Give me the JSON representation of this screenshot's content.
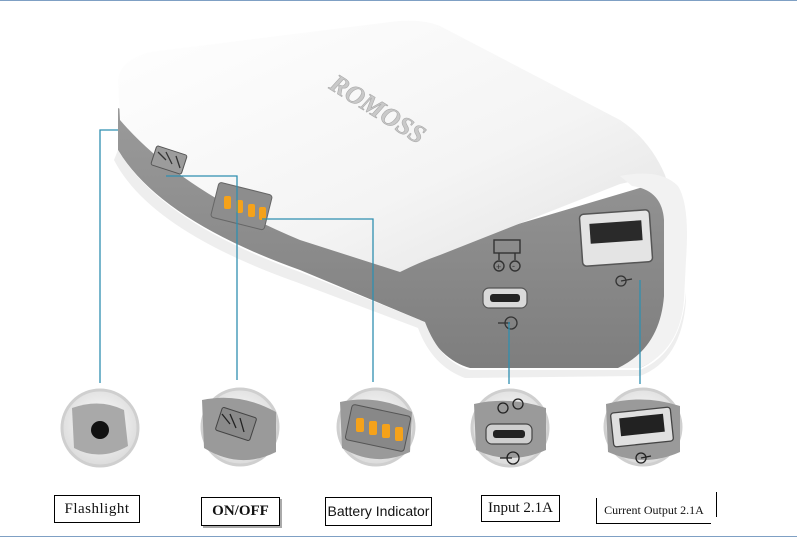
{
  "brand": "ROMOSS",
  "labels": {
    "flashlight": "Flashlight",
    "on_off": "ON/OFF",
    "battery_indicator": "Battery Indicator",
    "input": "Input 2.1A",
    "current_output": "Current Output 2.1A"
  },
  "colors": {
    "body_white": "#f6f6f6",
    "body_gray": "#8a8a8a",
    "led_orange": "#f5a21a",
    "callout_line": "#2f8fb0",
    "circle_ring": "#dcdcdc"
  }
}
